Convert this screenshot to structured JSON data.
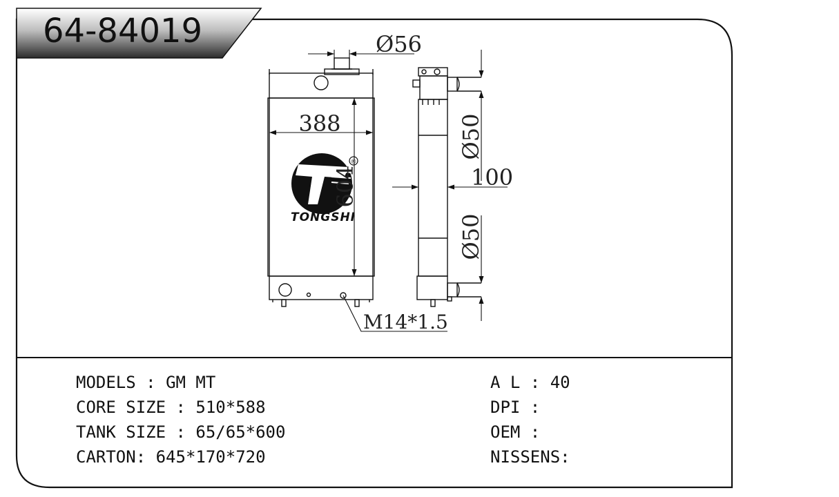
{
  "part_number": "64-84019",
  "brand": {
    "name": "TONGSHI",
    "registered_mark": "®"
  },
  "dimensions": {
    "filler_neck": "Ø56",
    "width": "388",
    "height_vertical": "604",
    "inlet_pipe": "Ø50",
    "depth": "100",
    "outlet_pipe": "Ø50",
    "drain_plug": "M14*1.5"
  },
  "specs": {
    "left": [
      {
        "label": "MODELS",
        "sep": " : ",
        "value": "GM MT"
      },
      {
        "label": "CORE SIZE",
        "sep": " : ",
        "value": "510*588"
      },
      {
        "label": "TANK SIZE",
        "sep": " : ",
        "value": "65/65*600"
      },
      {
        "label": "CARTON",
        "sep": ": ",
        "value": "645*170*720"
      }
    ],
    "right": [
      {
        "label": "A L",
        "sep": " : ",
        "value": "40"
      },
      {
        "label": "DPI",
        "sep": " :",
        "value": ""
      },
      {
        "label": "OEM",
        "sep": " :",
        "value": ""
      },
      {
        "label": "NISSENS",
        "sep": ":",
        "value": ""
      }
    ]
  }
}
